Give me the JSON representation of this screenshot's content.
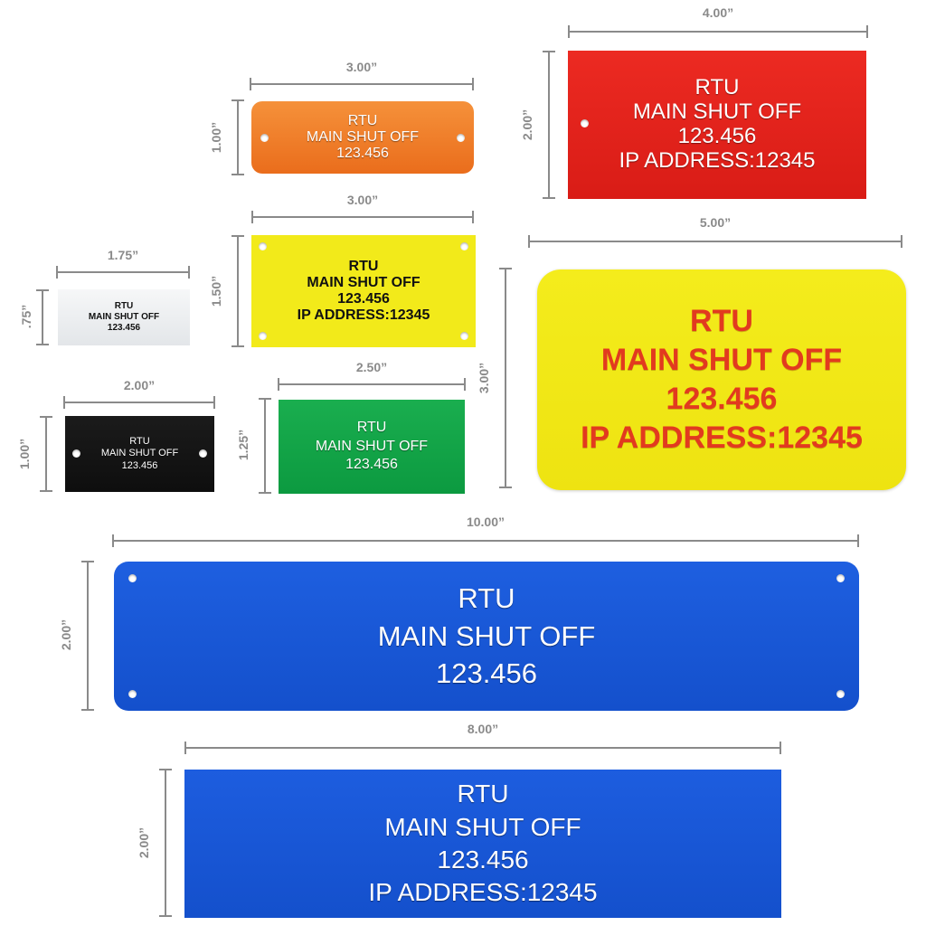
{
  "colors": {
    "dimension": "#8a8a8a",
    "orange": "#f07c25",
    "red": "#e8231c",
    "yellow": "#f2ea1a",
    "white": "#eef0f2",
    "black": "#141414",
    "green": "#12a84a",
    "blue": "#1a57d6",
    "red_text": "#e23a1f"
  },
  "plates": {
    "orange": {
      "width_label": "3.00”",
      "height_label": "1.00”",
      "lines": [
        "RTU",
        "MAIN SHUT OFF",
        "123.456"
      ]
    },
    "red": {
      "width_label": "4.00”",
      "height_label": "2.00”",
      "lines": [
        "RTU",
        "MAIN SHUT OFF",
        "123.456",
        "IP ADDRESS:12345"
      ]
    },
    "yellow_small": {
      "width_label": "3.00”",
      "height_label": "1.50”",
      "lines": [
        "RTU",
        "MAIN SHUT OFF",
        "123.456",
        "IP ADDRESS:12345"
      ]
    },
    "yellow_large": {
      "width_label": "5.00”",
      "height_label": "3.00”",
      "lines": [
        "RTU",
        "MAIN SHUT OFF",
        "123.456",
        "IP ADDRESS:12345"
      ]
    },
    "white": {
      "width_label": "1.75”",
      "height_label": ".75”",
      "lines": [
        "RTU",
        "MAIN SHUT OFF",
        "123.456"
      ]
    },
    "black": {
      "width_label": "2.00”",
      "height_label": "1.00”",
      "lines": [
        "RTU",
        "MAIN SHUT OFF",
        "123.456"
      ]
    },
    "green": {
      "width_label": "2.50”",
      "height_label": "1.25”",
      "lines": [
        "RTU",
        "MAIN SHUT OFF",
        "123.456"
      ]
    },
    "blue_long": {
      "width_label": "10.00”",
      "height_label": "2.00”",
      "lines": [
        "RTU",
        "MAIN SHUT OFF",
        "123.456"
      ]
    },
    "blue_wide": {
      "width_label": "8.00”",
      "height_label": "2.00”",
      "lines": [
        "RTU",
        "MAIN SHUT OFF",
        "123.456",
        "IP ADDRESS:12345"
      ]
    }
  }
}
